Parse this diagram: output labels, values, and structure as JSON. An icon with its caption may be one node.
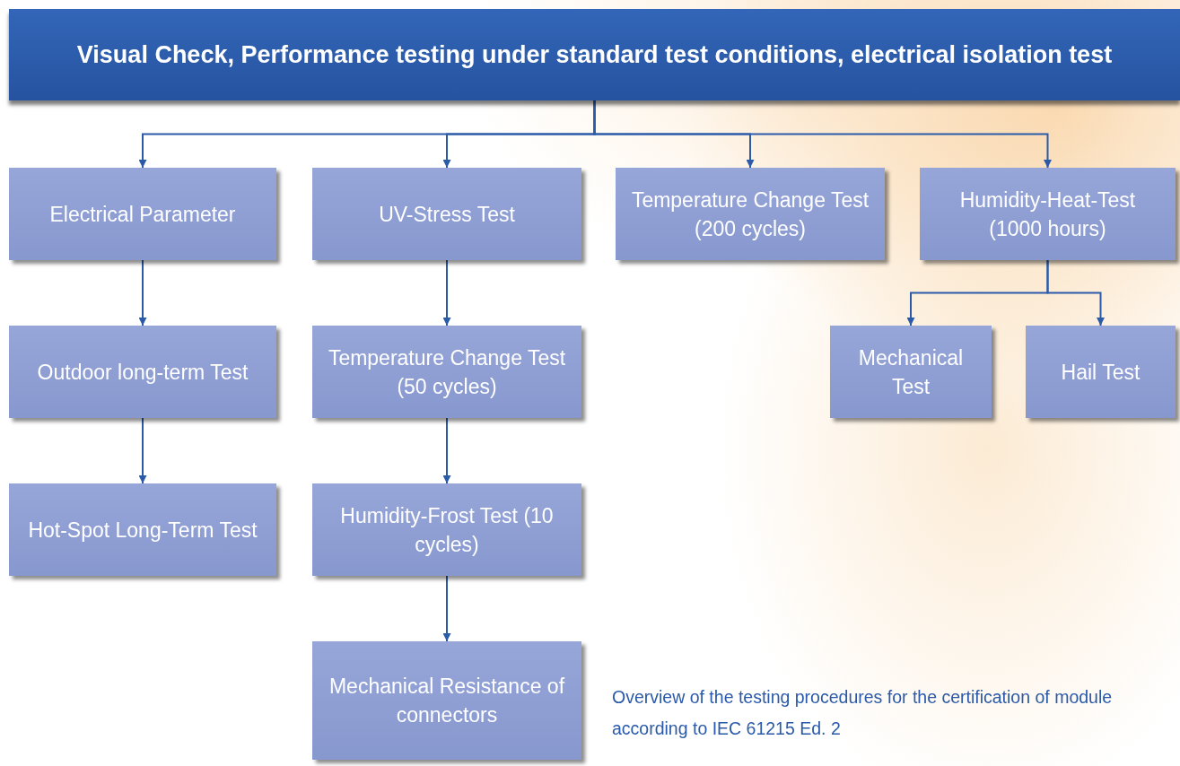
{
  "diagram": {
    "nodes": [
      {
        "text": [
          "Visual Check, Performance testing under standard test conditions, electrical isolation test"
        ]
      },
      {
        "text": [
          "Electrical Parameter"
        ]
      },
      {
        "text": [
          "UV-Stress Test"
        ]
      },
      {
        "text": [
          "Temperature Change Test (200 cycles)"
        ]
      },
      {
        "text": [
          "Humidity-Heat-Test (1000 hours)"
        ]
      },
      {
        "text": [
          "Outdoor long-term Test"
        ]
      },
      {
        "text": [
          "Temperature Change Test (50 cycles)"
        ]
      },
      {
        "text": [
          "Mechanical Test"
        ]
      },
      {
        "text": [
          "Hail Test"
        ]
      },
      {
        "text": [
          "Hot-Spot Long-Term Test"
        ]
      },
      {
        "text": [
          "Humidity-Frost Test (10 cycles)"
        ]
      },
      {
        "text": [
          "Mechanical Resistance of connectors"
        ]
      }
    ],
    "edges": [
      {
        "from": 0,
        "to": 1,
        "arrow": "to"
      },
      {
        "from": 0,
        "to": 2,
        "arrow": "to"
      },
      {
        "from": 0,
        "to": 3,
        "arrow": "to"
      },
      {
        "from": 0,
        "to": 4,
        "arrow": "to"
      },
      {
        "from": 1,
        "to": 5,
        "arrow": "to"
      },
      {
        "from": 2,
        "to": 6,
        "arrow": "to"
      },
      {
        "from": 4,
        "to": 7,
        "arrow": "to"
      },
      {
        "from": 4,
        "to": 8,
        "arrow": "to"
      },
      {
        "from": 5,
        "to": 9,
        "arrow": "to"
      },
      {
        "from": 6,
        "to": 10,
        "arrow": "to"
      },
      {
        "from": 10,
        "to": 11,
        "arrow": "to"
      }
    ],
    "caption": "Overview of the testing procedures for the certification of module according to IEC 61215 Ed. 2"
  }
}
